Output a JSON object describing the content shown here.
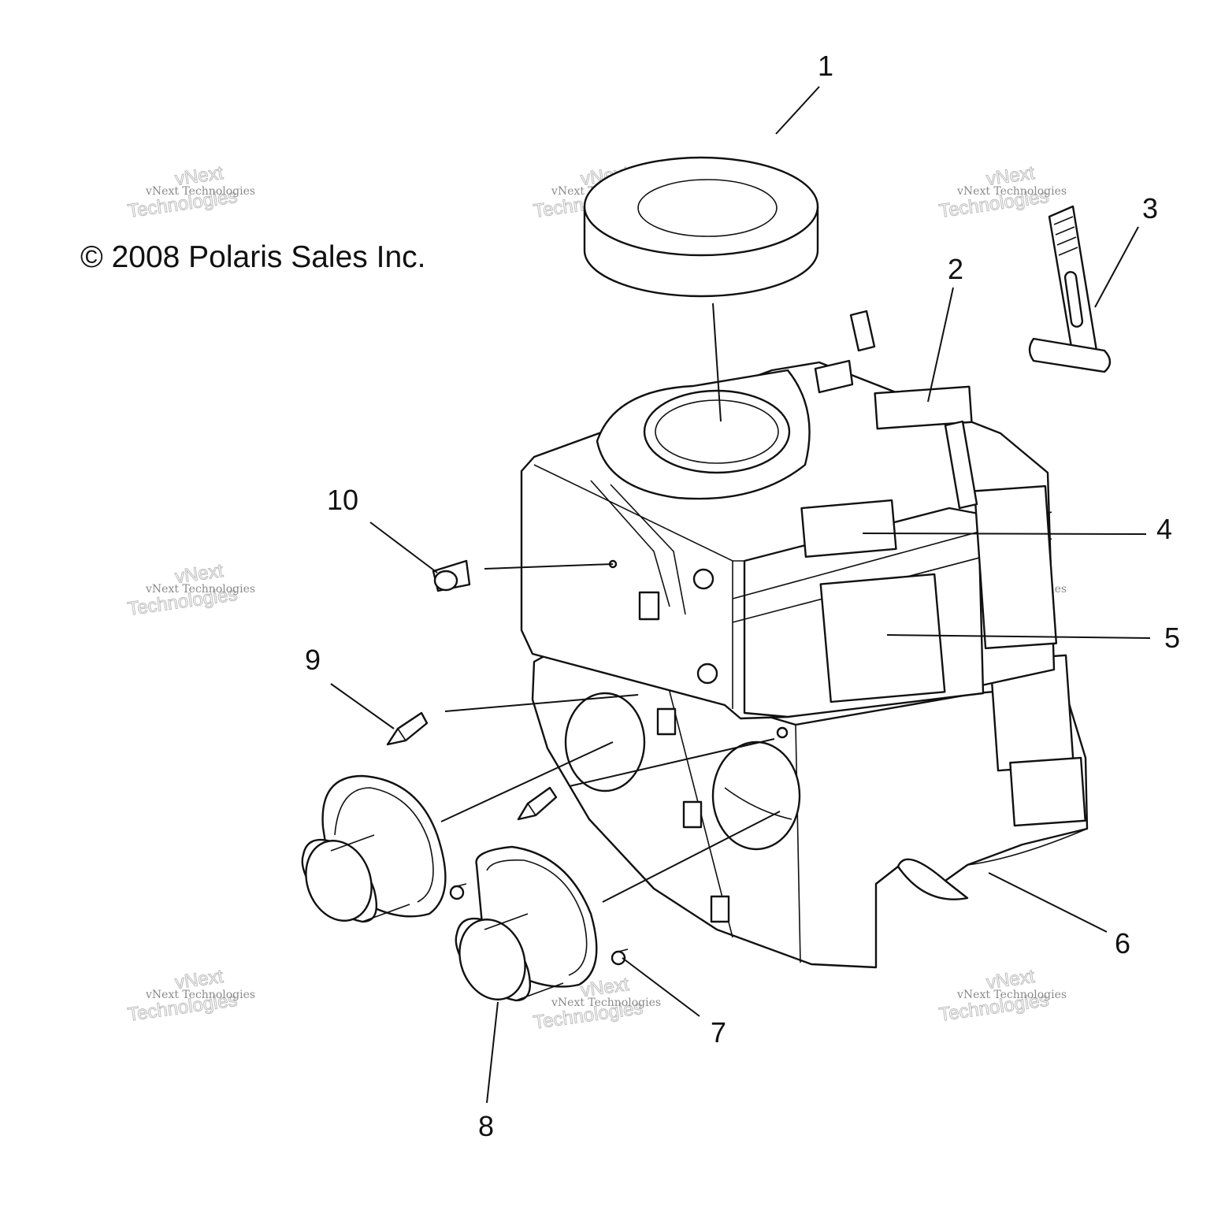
{
  "copyright": "© 2008 Polaris Sales Inc.",
  "watermark": {
    "line1": "vNext",
    "line2": "Technologies",
    "small": "vNext Technologies"
  },
  "callouts": [
    "1",
    "2",
    "3",
    "4",
    "5",
    "6",
    "7",
    "8",
    "9",
    "10"
  ]
}
